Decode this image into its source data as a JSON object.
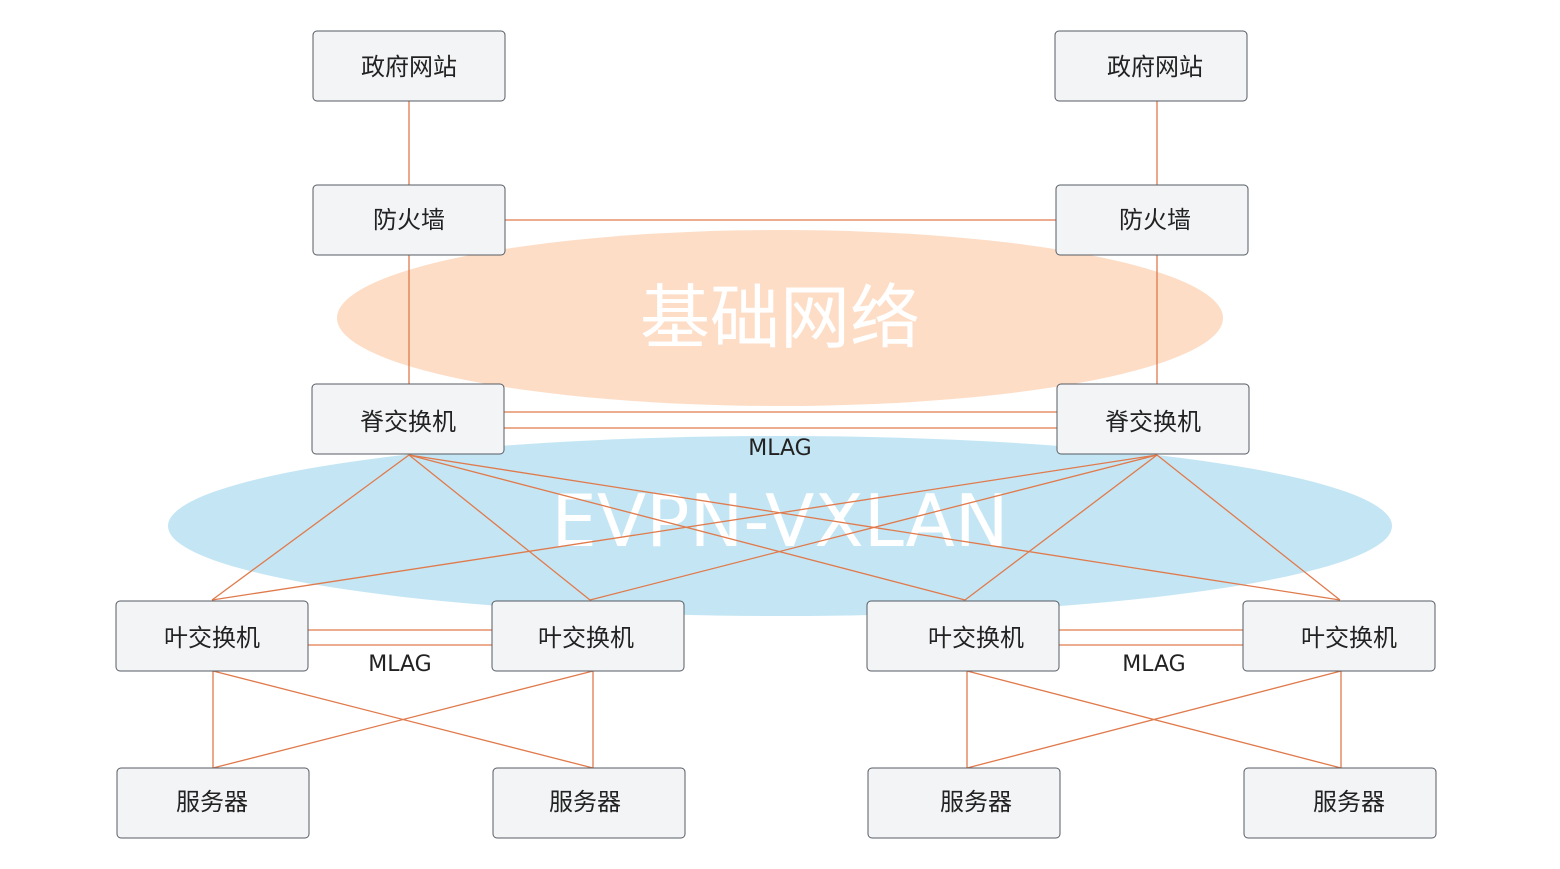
{
  "colors": {
    "link": "#e07a4c",
    "node_fill": "#f3f4f6",
    "node_stroke": "#555b63",
    "base_ellipse": "#fdddc6",
    "evpn_ellipse": "#c4e6f4"
  },
  "regions": {
    "base_network": "基础网络",
    "evpn": "EVPN-VXLAN"
  },
  "mlag": {
    "spine": "MLAG",
    "leaf_left": "MLAG",
    "leaf_right": "MLAG"
  },
  "nodes": {
    "gov_left": "政府网站",
    "gov_right": "政府网站",
    "fw_left": "防火墙",
    "fw_right": "防火墙",
    "spine_left": "脊交换机",
    "spine_right": "脊交换机",
    "leaf_1": "叶交换机",
    "leaf_2": "叶交换机",
    "leaf_3": "叶交换机",
    "leaf_4": "叶交换机",
    "server_1": "服务器",
    "server_2": "服务器",
    "server_3": "服务器",
    "server_4": "服务器"
  }
}
